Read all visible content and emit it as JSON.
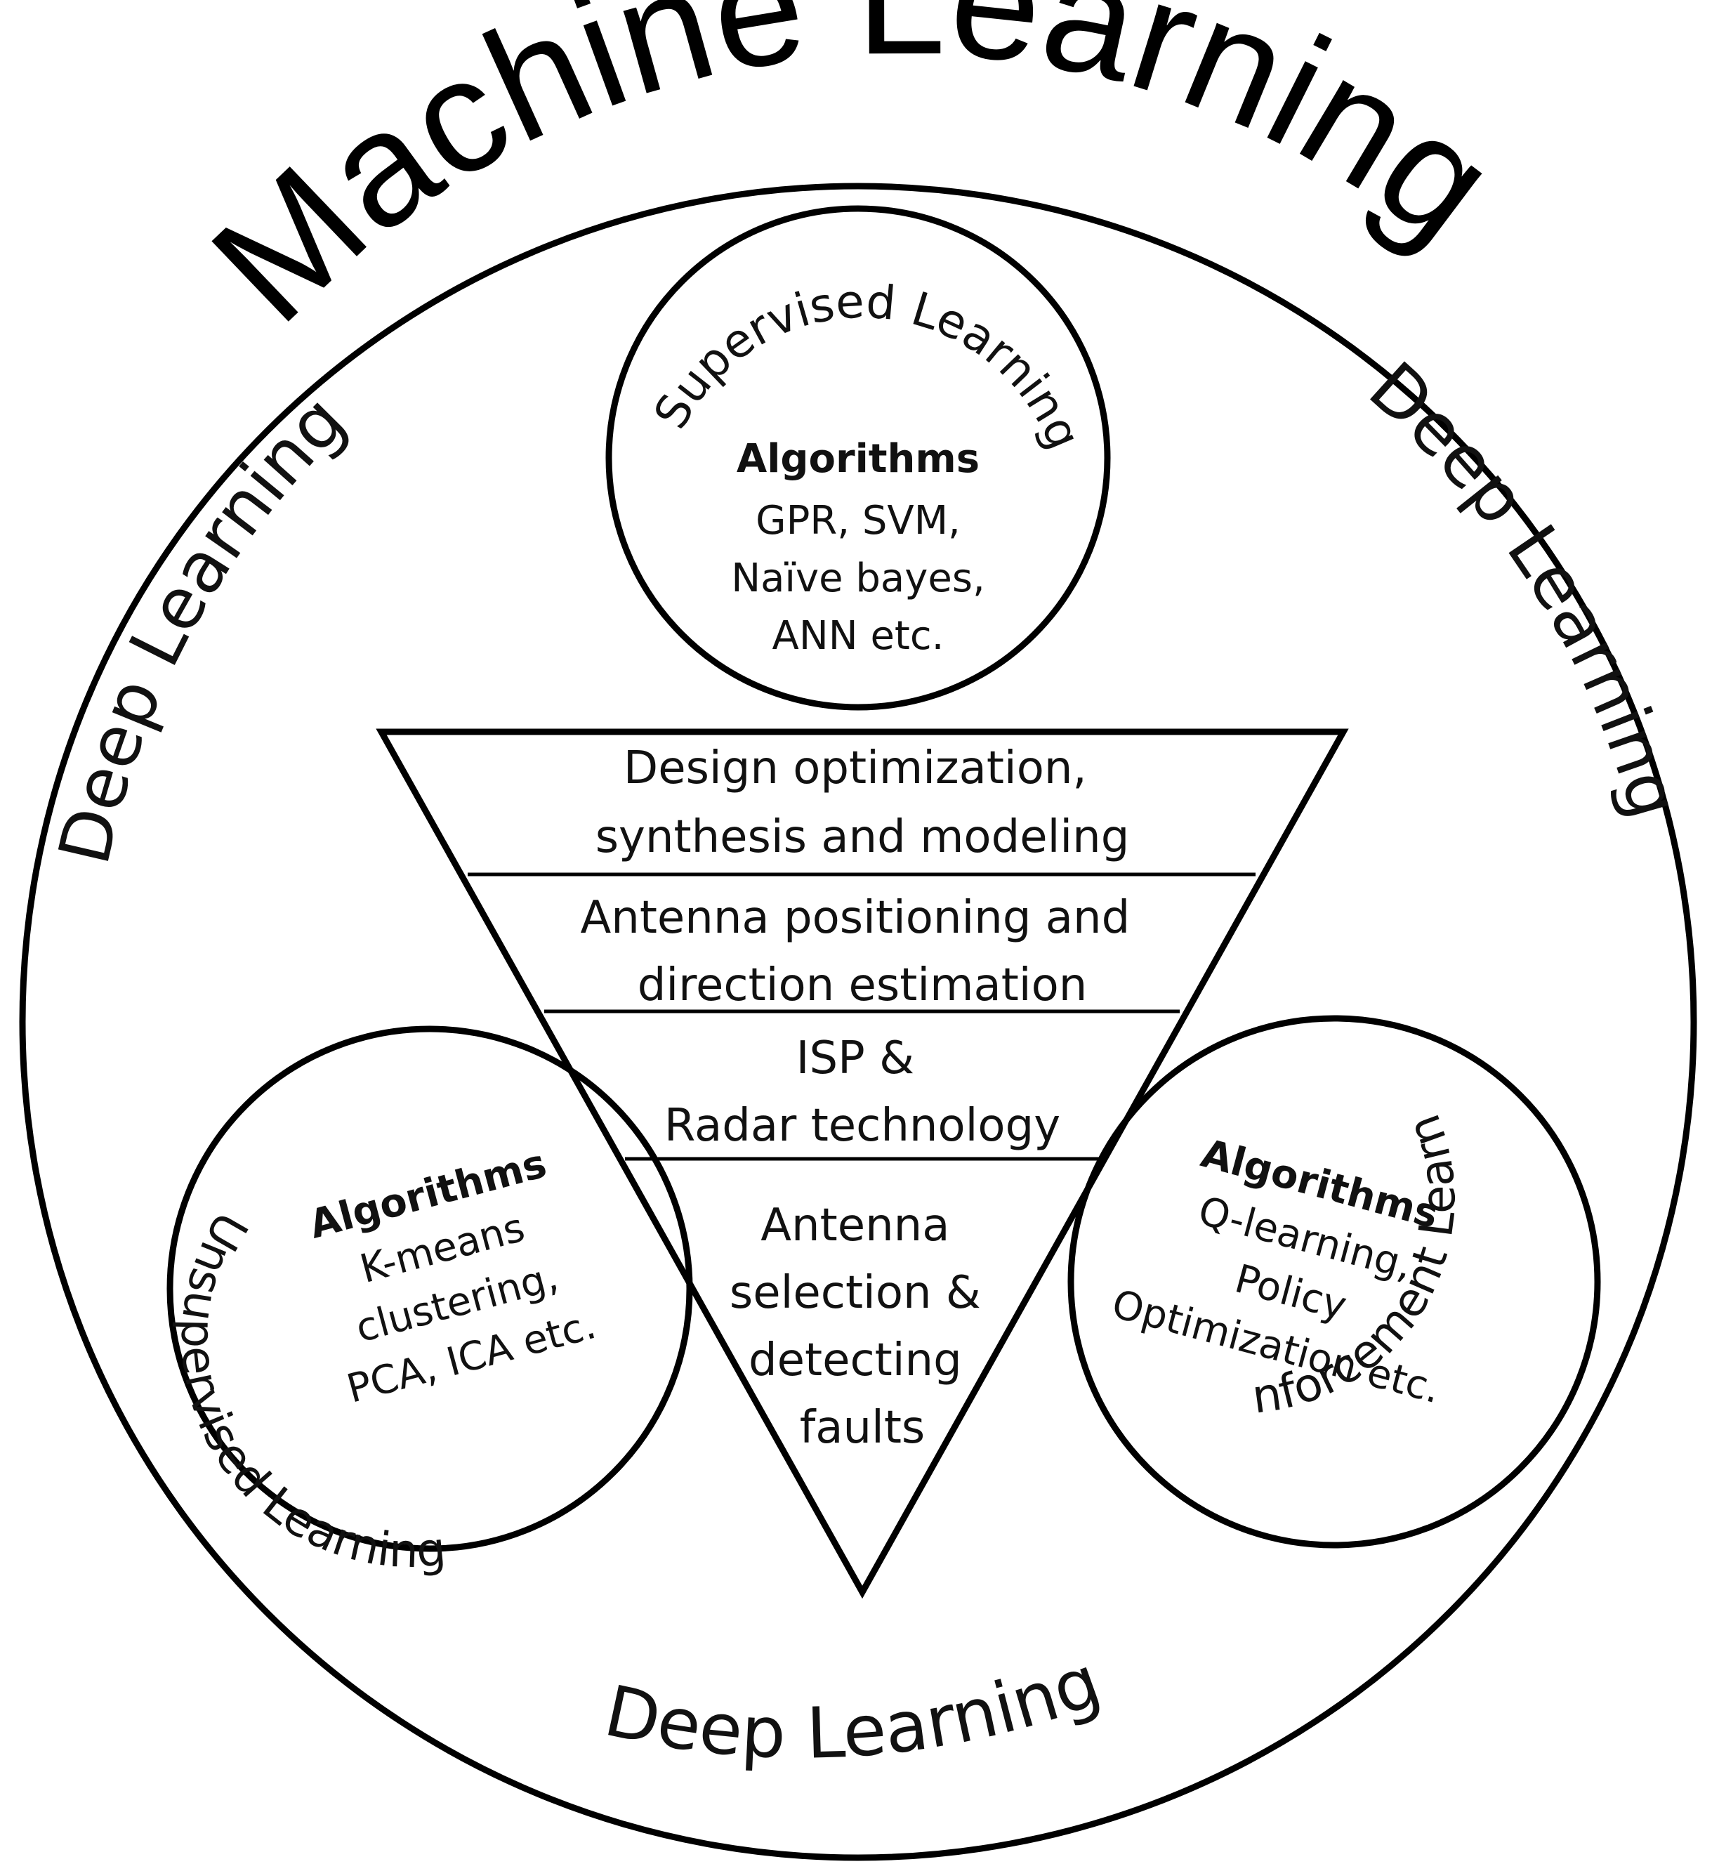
{
  "title": "Machine Learning",
  "deep_learning": {
    "label": "Deep Learning"
  },
  "supervised": {
    "label": "Supervised Learning",
    "algorithms_heading": "Algorithms",
    "algorithms": [
      "GPR, SVM,",
      "Naïve bayes,",
      "ANN etc."
    ]
  },
  "unsupervised": {
    "label": "Unsupervised Learning",
    "algorithms_heading": "Algorithms",
    "algorithms": [
      "K-means",
      "clustering,",
      "PCA, ICA etc."
    ]
  },
  "reinforcement": {
    "label": "Reinforcement Learning",
    "algorithms_heading": "Algorithms",
    "algorithms": [
      "Q-learning,",
      "Policy",
      "Optimization etc."
    ]
  },
  "applications": [
    {
      "lines": [
        "Design optimization,",
        "synthesis and modeling"
      ]
    },
    {
      "lines": [
        "Antenna positioning and",
        "direction estimation"
      ]
    },
    {
      "lines": [
        "ISP &",
        "Radar technology"
      ]
    },
    {
      "lines": [
        "Antenna",
        "selection  &",
        "detecting",
        "faults"
      ]
    }
  ],
  "colors": {
    "stroke": "#000000",
    "text": "#111111",
    "background": "#ffffff"
  }
}
